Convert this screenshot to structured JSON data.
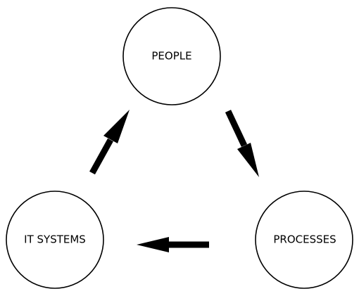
{
  "nodes": {
    "people": {
      "label": "PEOPLE"
    },
    "processes": {
      "label": "PROCESSES"
    },
    "it_systems": {
      "label": "IT SYSTEMS"
    }
  },
  "flow": [
    {
      "from": "people",
      "to": "processes"
    },
    {
      "from": "processes",
      "to": "it_systems"
    },
    {
      "from": "it_systems",
      "to": "people"
    }
  ],
  "colors": {
    "stroke": "#000000",
    "background": "#ffffff"
  }
}
